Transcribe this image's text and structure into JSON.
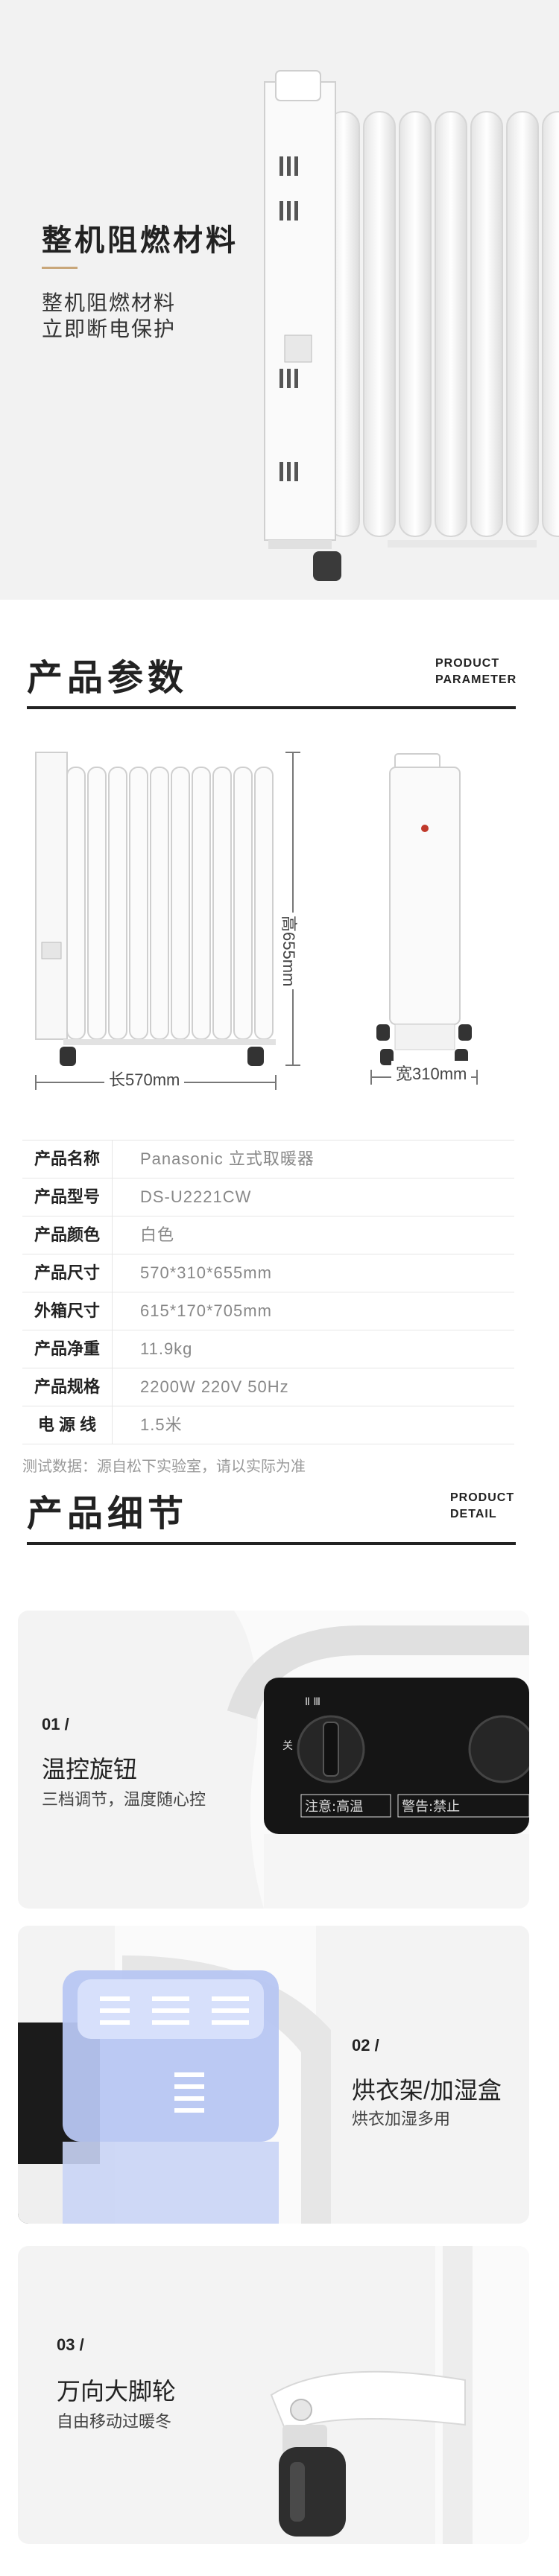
{
  "hero": {
    "title": "整机阻燃材料",
    "subtitle_line1": "整机阻燃材料",
    "subtitle_line2": "立即断电保护"
  },
  "params_section": {
    "title": "产品参数",
    "en_line1": "PRODUCT",
    "en_line2": "PARAMETER",
    "dims": {
      "length": "长570mm",
      "height": "高655mm",
      "width": "宽310mm"
    }
  },
  "spec_table": [
    {
      "key": "产品名称",
      "value": "Panasonic 立式取暖器"
    },
    {
      "key": "产品型号",
      "value": "DS-U2221CW"
    },
    {
      "key": "产品颜色",
      "value": "白色"
    },
    {
      "key": "产品尺寸",
      "value": "570*310*655mm"
    },
    {
      "key": "外箱尺寸",
      "value": "615*170*705mm"
    },
    {
      "key": "产品净重",
      "value": "11.9kg"
    },
    {
      "key": "产品规格",
      "value": "2200W  220V  50Hz"
    },
    {
      "key": "电 源 线",
      "value": "1.5米"
    }
  ],
  "test_note": "测试数据：源自松下实验室，请以实际为准",
  "details_section": {
    "title": "产品细节",
    "en_line1": "PRODUCT",
    "en_line2": "DETAIL"
  },
  "details": [
    {
      "num": "01 /",
      "title": "温控旋钮",
      "subtitle": "三档调节，温度随心控",
      "panel_text": "注意:高温",
      "panel_text2": "警告:禁止"
    },
    {
      "num": "02 /",
      "title": "烘衣架/加湿盒",
      "subtitle": "烘衣加湿多用"
    },
    {
      "num": "03 /",
      "title": "万向大脚轮",
      "subtitle": "自由移动过暖冬"
    }
  ],
  "colors": {
    "accent": "#c9a77a",
    "text": "#222222",
    "muted": "#888888"
  }
}
